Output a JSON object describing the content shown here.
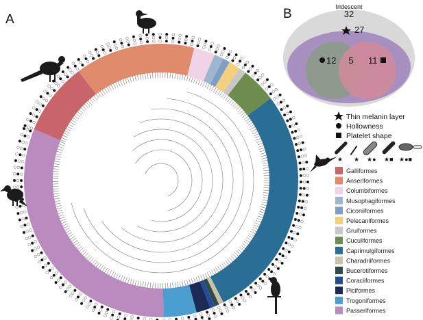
{
  "panel_a": {
    "label": "A",
    "orders": [
      {
        "name": "Galliformes",
        "color": "#c8646a"
      },
      {
        "name": "Anseriformes",
        "color": "#e08b6c"
      },
      {
        "name": "Columbiformes",
        "color": "#f0d4e6"
      },
      {
        "name": "Musophagiformes",
        "color": "#9cb6cf"
      },
      {
        "name": "Ciconiiformes",
        "color": "#7e9ec3"
      },
      {
        "name": "Pelecaniformes",
        "color": "#f4cf7d"
      },
      {
        "name": "Gruiformes",
        "color": "#c8c8c8"
      },
      {
        "name": "Cuculiformes",
        "color": "#6d8c4e"
      },
      {
        "name": "Caprimulgiformes",
        "color": "#2a6e96"
      },
      {
        "name": "Charadriiformes",
        "color": "#c9c3a6"
      },
      {
        "name": "Bucerotiformes",
        "color": "#2f4c4c"
      },
      {
        "name": "Coraciiformes",
        "color": "#264a9a"
      },
      {
        "name": "Piciformes",
        "color": "#1b2a55"
      },
      {
        "name": "Trogoniformes",
        "color": "#4b9fd0"
      },
      {
        "name": "Passeriformes",
        "color": "#b98bbf"
      }
    ],
    "silhouettes": [
      "duck-silhouette",
      "pheasant-silhouette",
      "hummingbird-silhouette",
      "crow-silhouette",
      "trogon-silhouette"
    ]
  },
  "panel_b": {
    "label": "B",
    "outer_label": "Iridescent",
    "outer_count": "32",
    "melanin_count": "27",
    "hollow_only": "12",
    "overlap": "5",
    "platelet_only": "11",
    "colors": {
      "outer": "#d9d9d9",
      "melanin": "#a78fc0",
      "hollow": "#8e9a8e",
      "platelet": "#d18a9a"
    }
  },
  "key": {
    "items": [
      {
        "symbol": "star",
        "label": "Thin melanin layer"
      },
      {
        "symbol": "circle",
        "label": "Hollowness"
      },
      {
        "symbol": "square",
        "label": "Platelet shape"
      }
    ]
  }
}
